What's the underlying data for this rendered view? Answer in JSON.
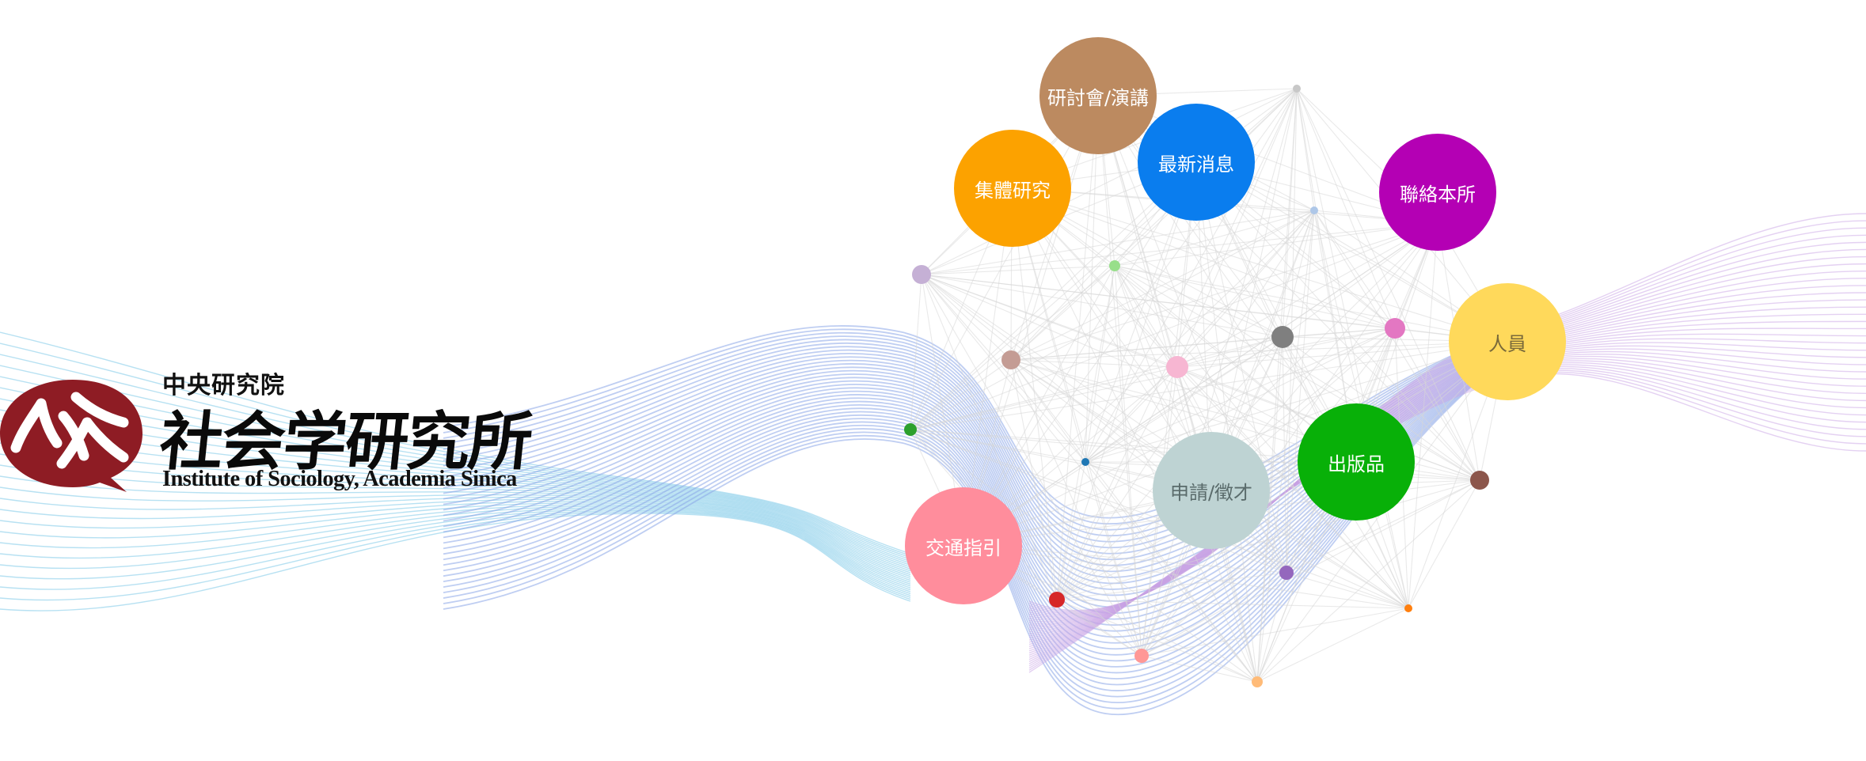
{
  "institution": {
    "line1": "中央研究院",
    "line2": "社会学研究所",
    "line3": "Institute of Sociology, Academia Sinica",
    "logo_color": "#8e1c24"
  },
  "nav": {
    "items": [
      {
        "key": "conferences",
        "label": "研討會/演講",
        "color": "#bc8a60"
      },
      {
        "key": "news",
        "label": "最新消息",
        "color": "#0a7dee"
      },
      {
        "key": "group-research",
        "label": "集體研究",
        "color": "#fca200"
      },
      {
        "key": "contact",
        "label": "聯絡本所",
        "color": "#b400b4"
      },
      {
        "key": "people",
        "label": "人員",
        "color": "#ffd95b"
      },
      {
        "key": "publications",
        "label": "出版品",
        "color": "#08b008"
      },
      {
        "key": "application",
        "label": "申請/徵才",
        "color": "#bed3d3"
      },
      {
        "key": "transport",
        "label": "交通指引",
        "color": "#ff8d9c"
      }
    ]
  },
  "colors": {
    "wave_blue": "#8aa6e8",
    "wave_cyan": "#7cc8e8",
    "wave_purple": "#c9a4e6",
    "network_line": "#d7d7d7"
  }
}
